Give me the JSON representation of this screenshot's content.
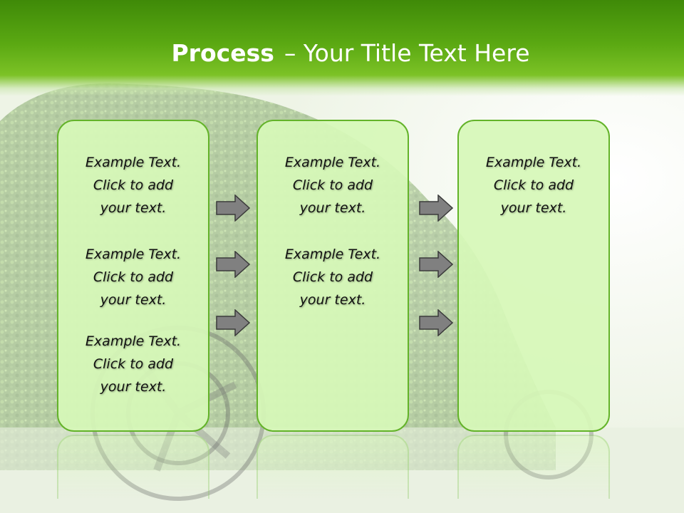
{
  "title": {
    "bold": "Process",
    "rest": "– Your Title Text Here"
  },
  "columns": [
    {
      "items": [
        {
          "line1": "Example Text.",
          "line2": "Click  to add",
          "line3": "your text."
        },
        {
          "line1": "Example Text.",
          "line2": "Click  to add",
          "line3": "your text."
        },
        {
          "line1": "Example Text.",
          "line2": "Click  to add",
          "line3": "your text."
        }
      ]
    },
    {
      "items": [
        {
          "line1": "Example Text.",
          "line2": "Click  to add",
          "line3": "your text."
        },
        {
          "line1": "Example Text.",
          "line2": "Click  to add",
          "line3": "your text."
        }
      ]
    },
    {
      "items": [
        {
          "line1": "Example Text.",
          "line2": "Click  to add",
          "line3": "your text."
        }
      ]
    }
  ],
  "colors": {
    "header": "#5aa812",
    "box_fill": "#d6f8b8",
    "box_border": "#63b329",
    "arrow_fill": "#808080"
  },
  "icons": {
    "arrow": "right-arrow-icon"
  }
}
